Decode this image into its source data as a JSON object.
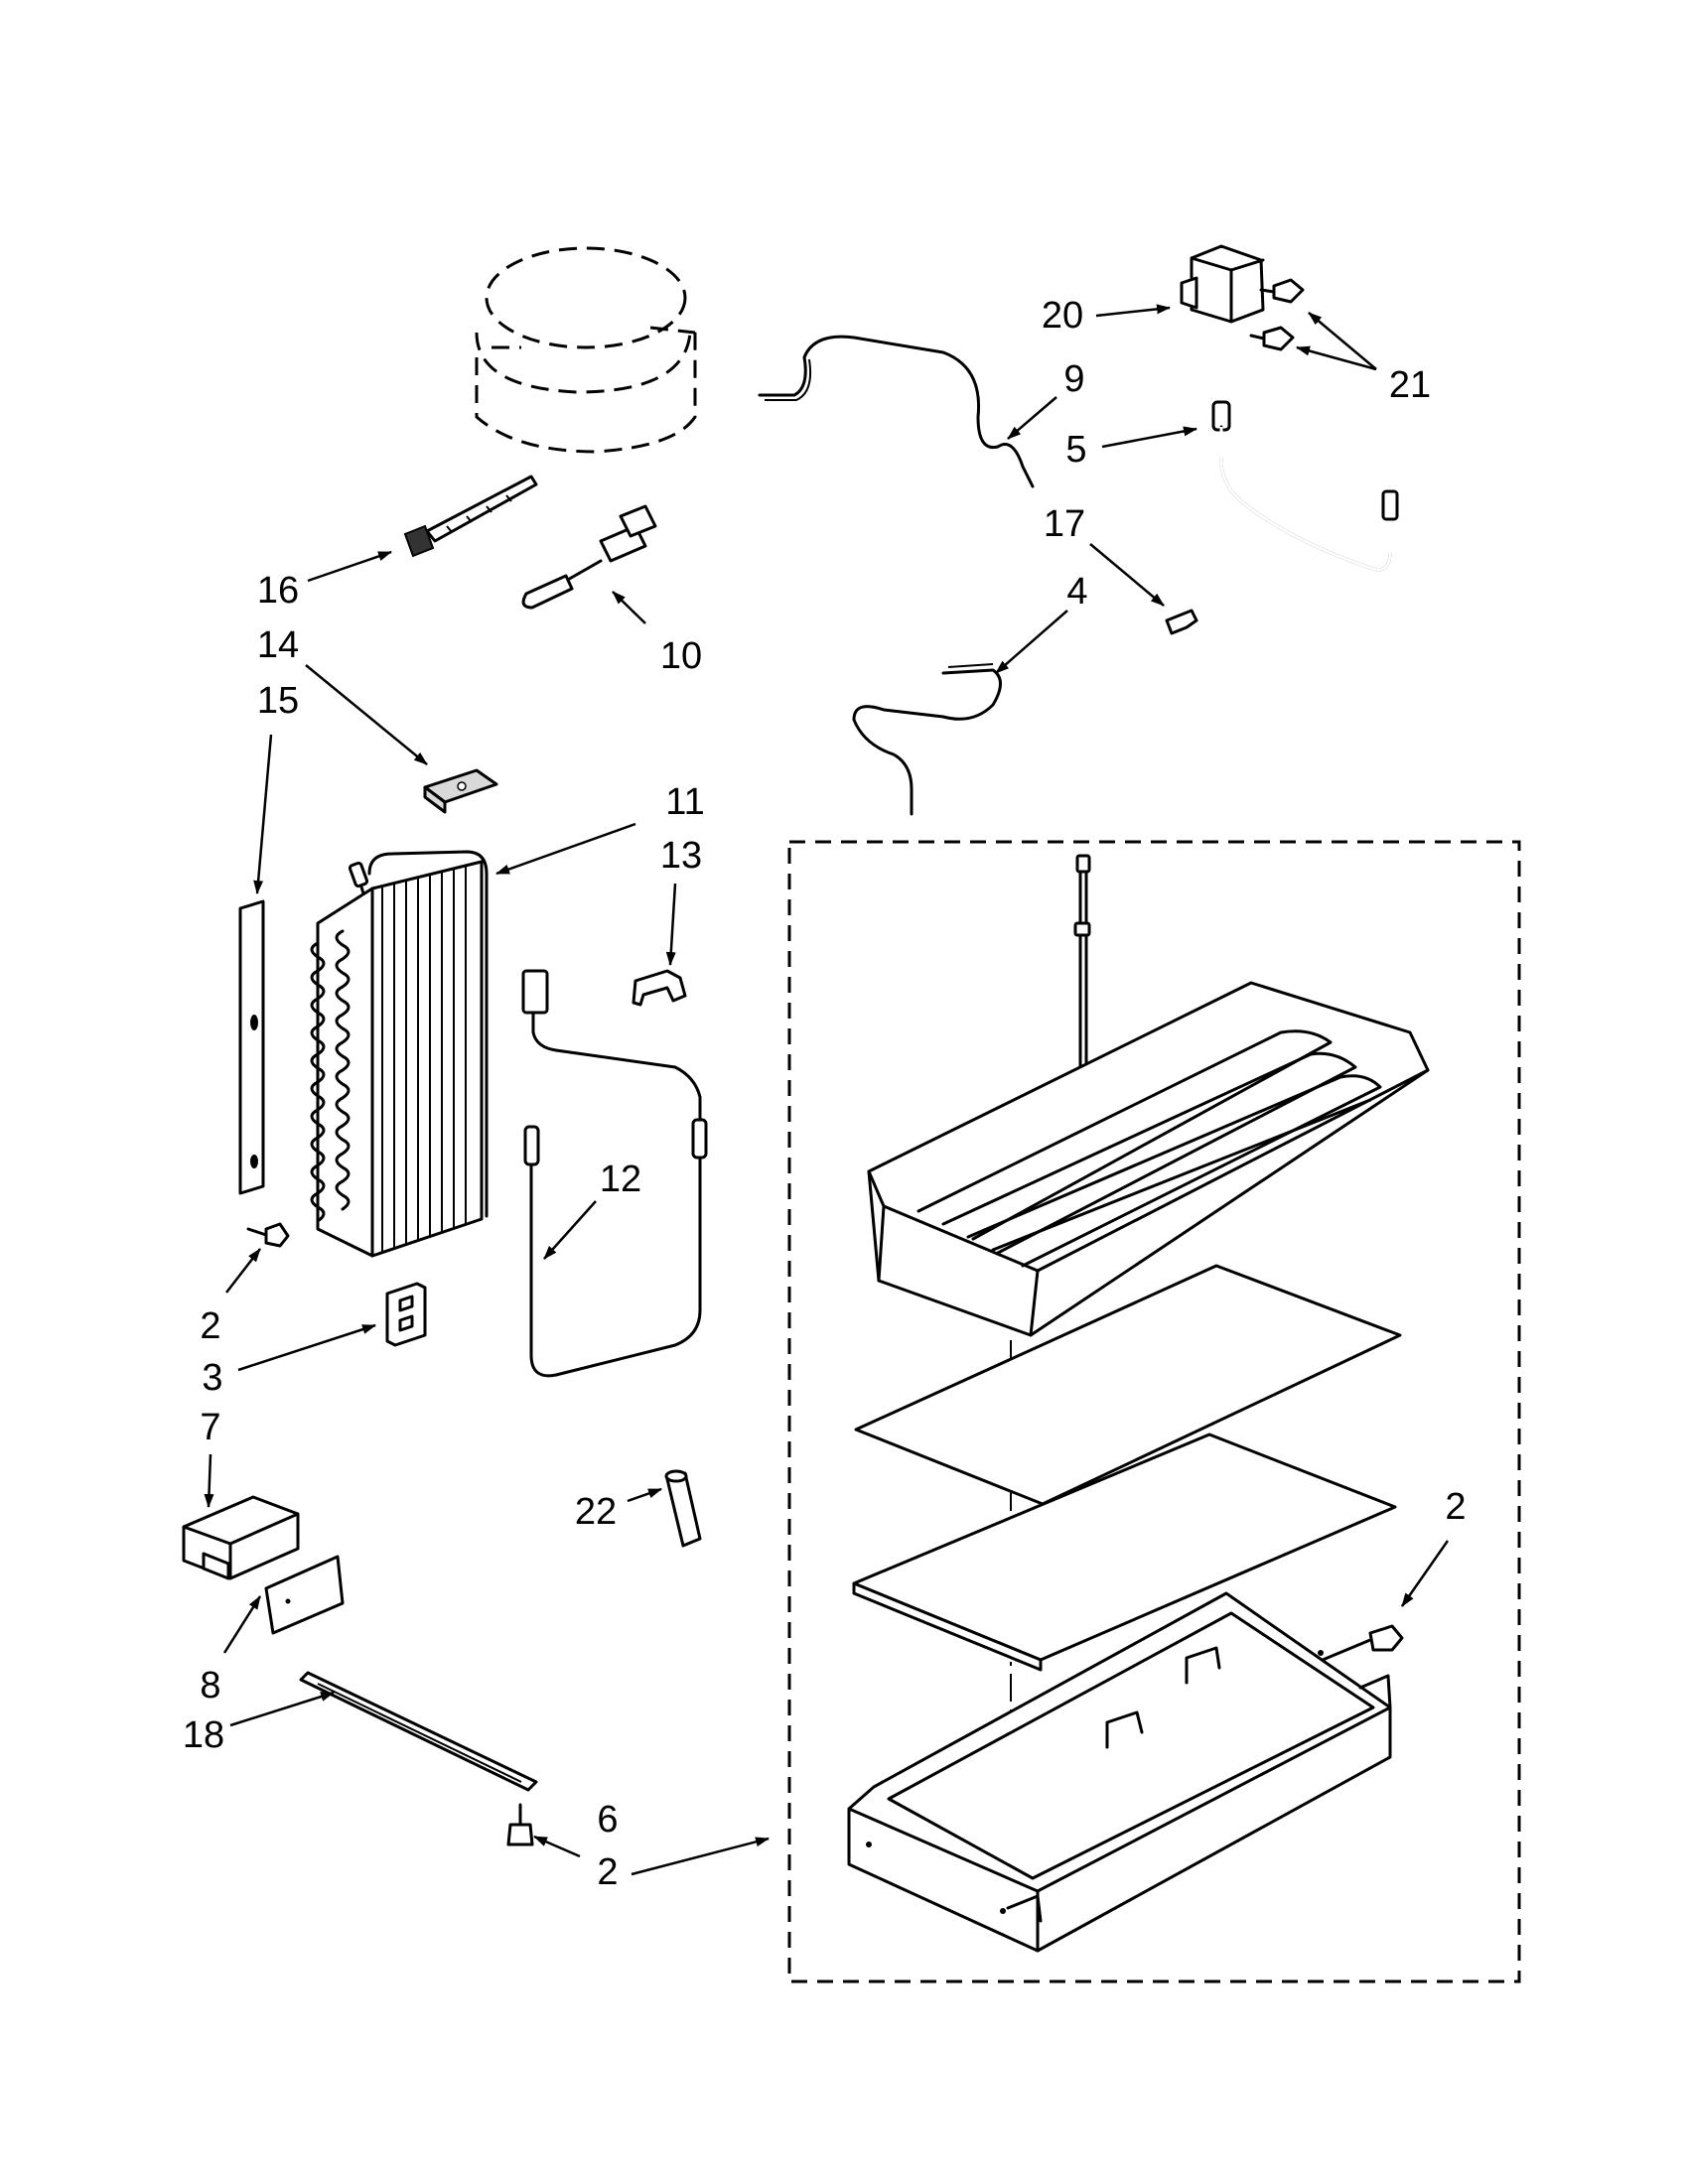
{
  "callouts": [
    {
      "id": "c20",
      "text": "20"
    },
    {
      "id": "c21",
      "text": "21"
    },
    {
      "id": "c9",
      "text": "9"
    },
    {
      "id": "c5",
      "text": "5"
    },
    {
      "id": "c17",
      "text": "17"
    },
    {
      "id": "c4",
      "text": "4"
    },
    {
      "id": "c16",
      "text": "16"
    },
    {
      "id": "c10",
      "text": "10"
    },
    {
      "id": "c14",
      "text": "14"
    },
    {
      "id": "c15",
      "text": "15"
    },
    {
      "id": "c11",
      "text": "11"
    },
    {
      "id": "c13",
      "text": "13"
    },
    {
      "id": "c12",
      "text": "12"
    },
    {
      "id": "c2a",
      "text": "2"
    },
    {
      "id": "c3",
      "text": "3"
    },
    {
      "id": "c7",
      "text": "7"
    },
    {
      "id": "c22",
      "text": "22"
    },
    {
      "id": "c8",
      "text": "8"
    },
    {
      "id": "c18",
      "text": "18"
    },
    {
      "id": "c2b",
      "text": "2"
    },
    {
      "id": "c6",
      "text": "6"
    },
    {
      "id": "c2c",
      "text": "2"
    }
  ],
  "colors": {
    "ink": "#000000",
    "paper": "#ffffff",
    "shade": "#d9d9d9"
  }
}
